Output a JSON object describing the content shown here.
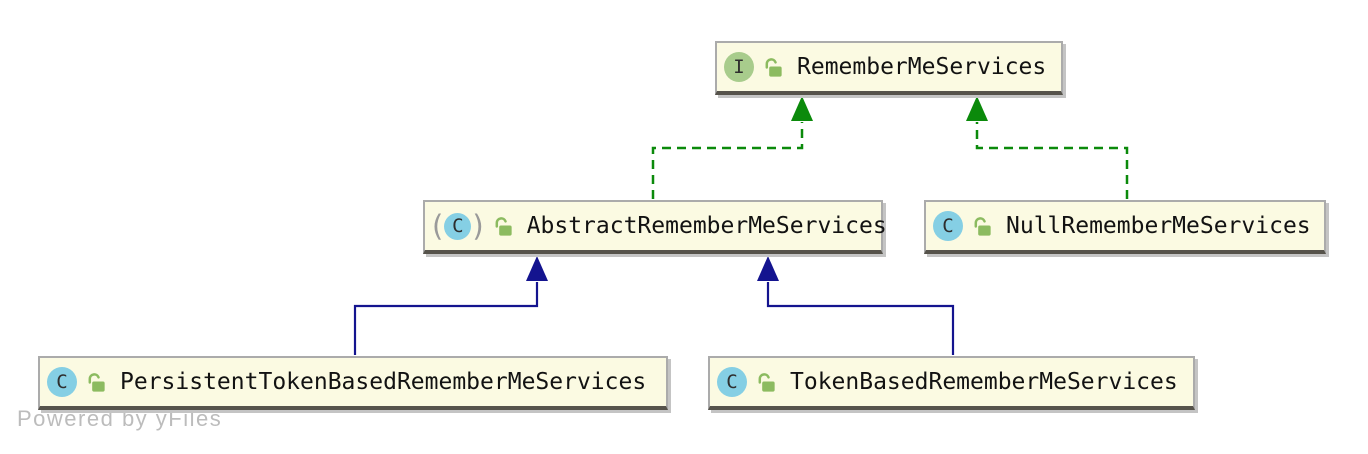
{
  "diagram": {
    "type": "uml-class-hierarchy",
    "watermark": "Powered by yFiles",
    "nodes": [
      {
        "id": "RememberMeServices",
        "label": "RememberMeServices",
        "kind": "interface",
        "icon_letter": "I",
        "visibility": "public"
      },
      {
        "id": "AbstractRememberMeServices",
        "label": "AbstractRememberMeServices",
        "kind": "abstract-class",
        "icon_letter": "C",
        "visibility": "public"
      },
      {
        "id": "NullRememberMeServices",
        "label": "NullRememberMeServices",
        "kind": "class",
        "icon_letter": "C",
        "visibility": "public"
      },
      {
        "id": "PersistentTokenBasedRememberMeServices",
        "label": "PersistentTokenBasedRememberMeServices",
        "kind": "class",
        "icon_letter": "C",
        "visibility": "public"
      },
      {
        "id": "TokenBasedRememberMeServices",
        "label": "TokenBasedRememberMeServices",
        "kind": "class",
        "icon_letter": "C",
        "visibility": "public"
      }
    ],
    "edges": [
      {
        "from": "AbstractRememberMeServices",
        "to": "RememberMeServices",
        "relation": "implements",
        "style": "dashed",
        "color": "#0b8a0b"
      },
      {
        "from": "NullRememberMeServices",
        "to": "RememberMeServices",
        "relation": "implements",
        "style": "dashed",
        "color": "#0b8a0b"
      },
      {
        "from": "PersistentTokenBasedRememberMeServices",
        "to": "AbstractRememberMeServices",
        "relation": "extends",
        "style": "solid",
        "color": "#14148f"
      },
      {
        "from": "TokenBasedRememberMeServices",
        "to": "AbstractRememberMeServices",
        "relation": "extends",
        "style": "solid",
        "color": "#14148f"
      }
    ],
    "colors": {
      "node_background": "#fbfae2",
      "node_border": "#ababab",
      "node_border_bottom": "#56534b",
      "interface_icon": "#a8cc8c",
      "class_icon": "#85cfe4",
      "lock_icon": "#8cbb60",
      "implements_edge": "#0b8a0b",
      "extends_edge": "#14148f",
      "label_text": "#121212",
      "watermark_text": "#bcbcbc"
    }
  }
}
